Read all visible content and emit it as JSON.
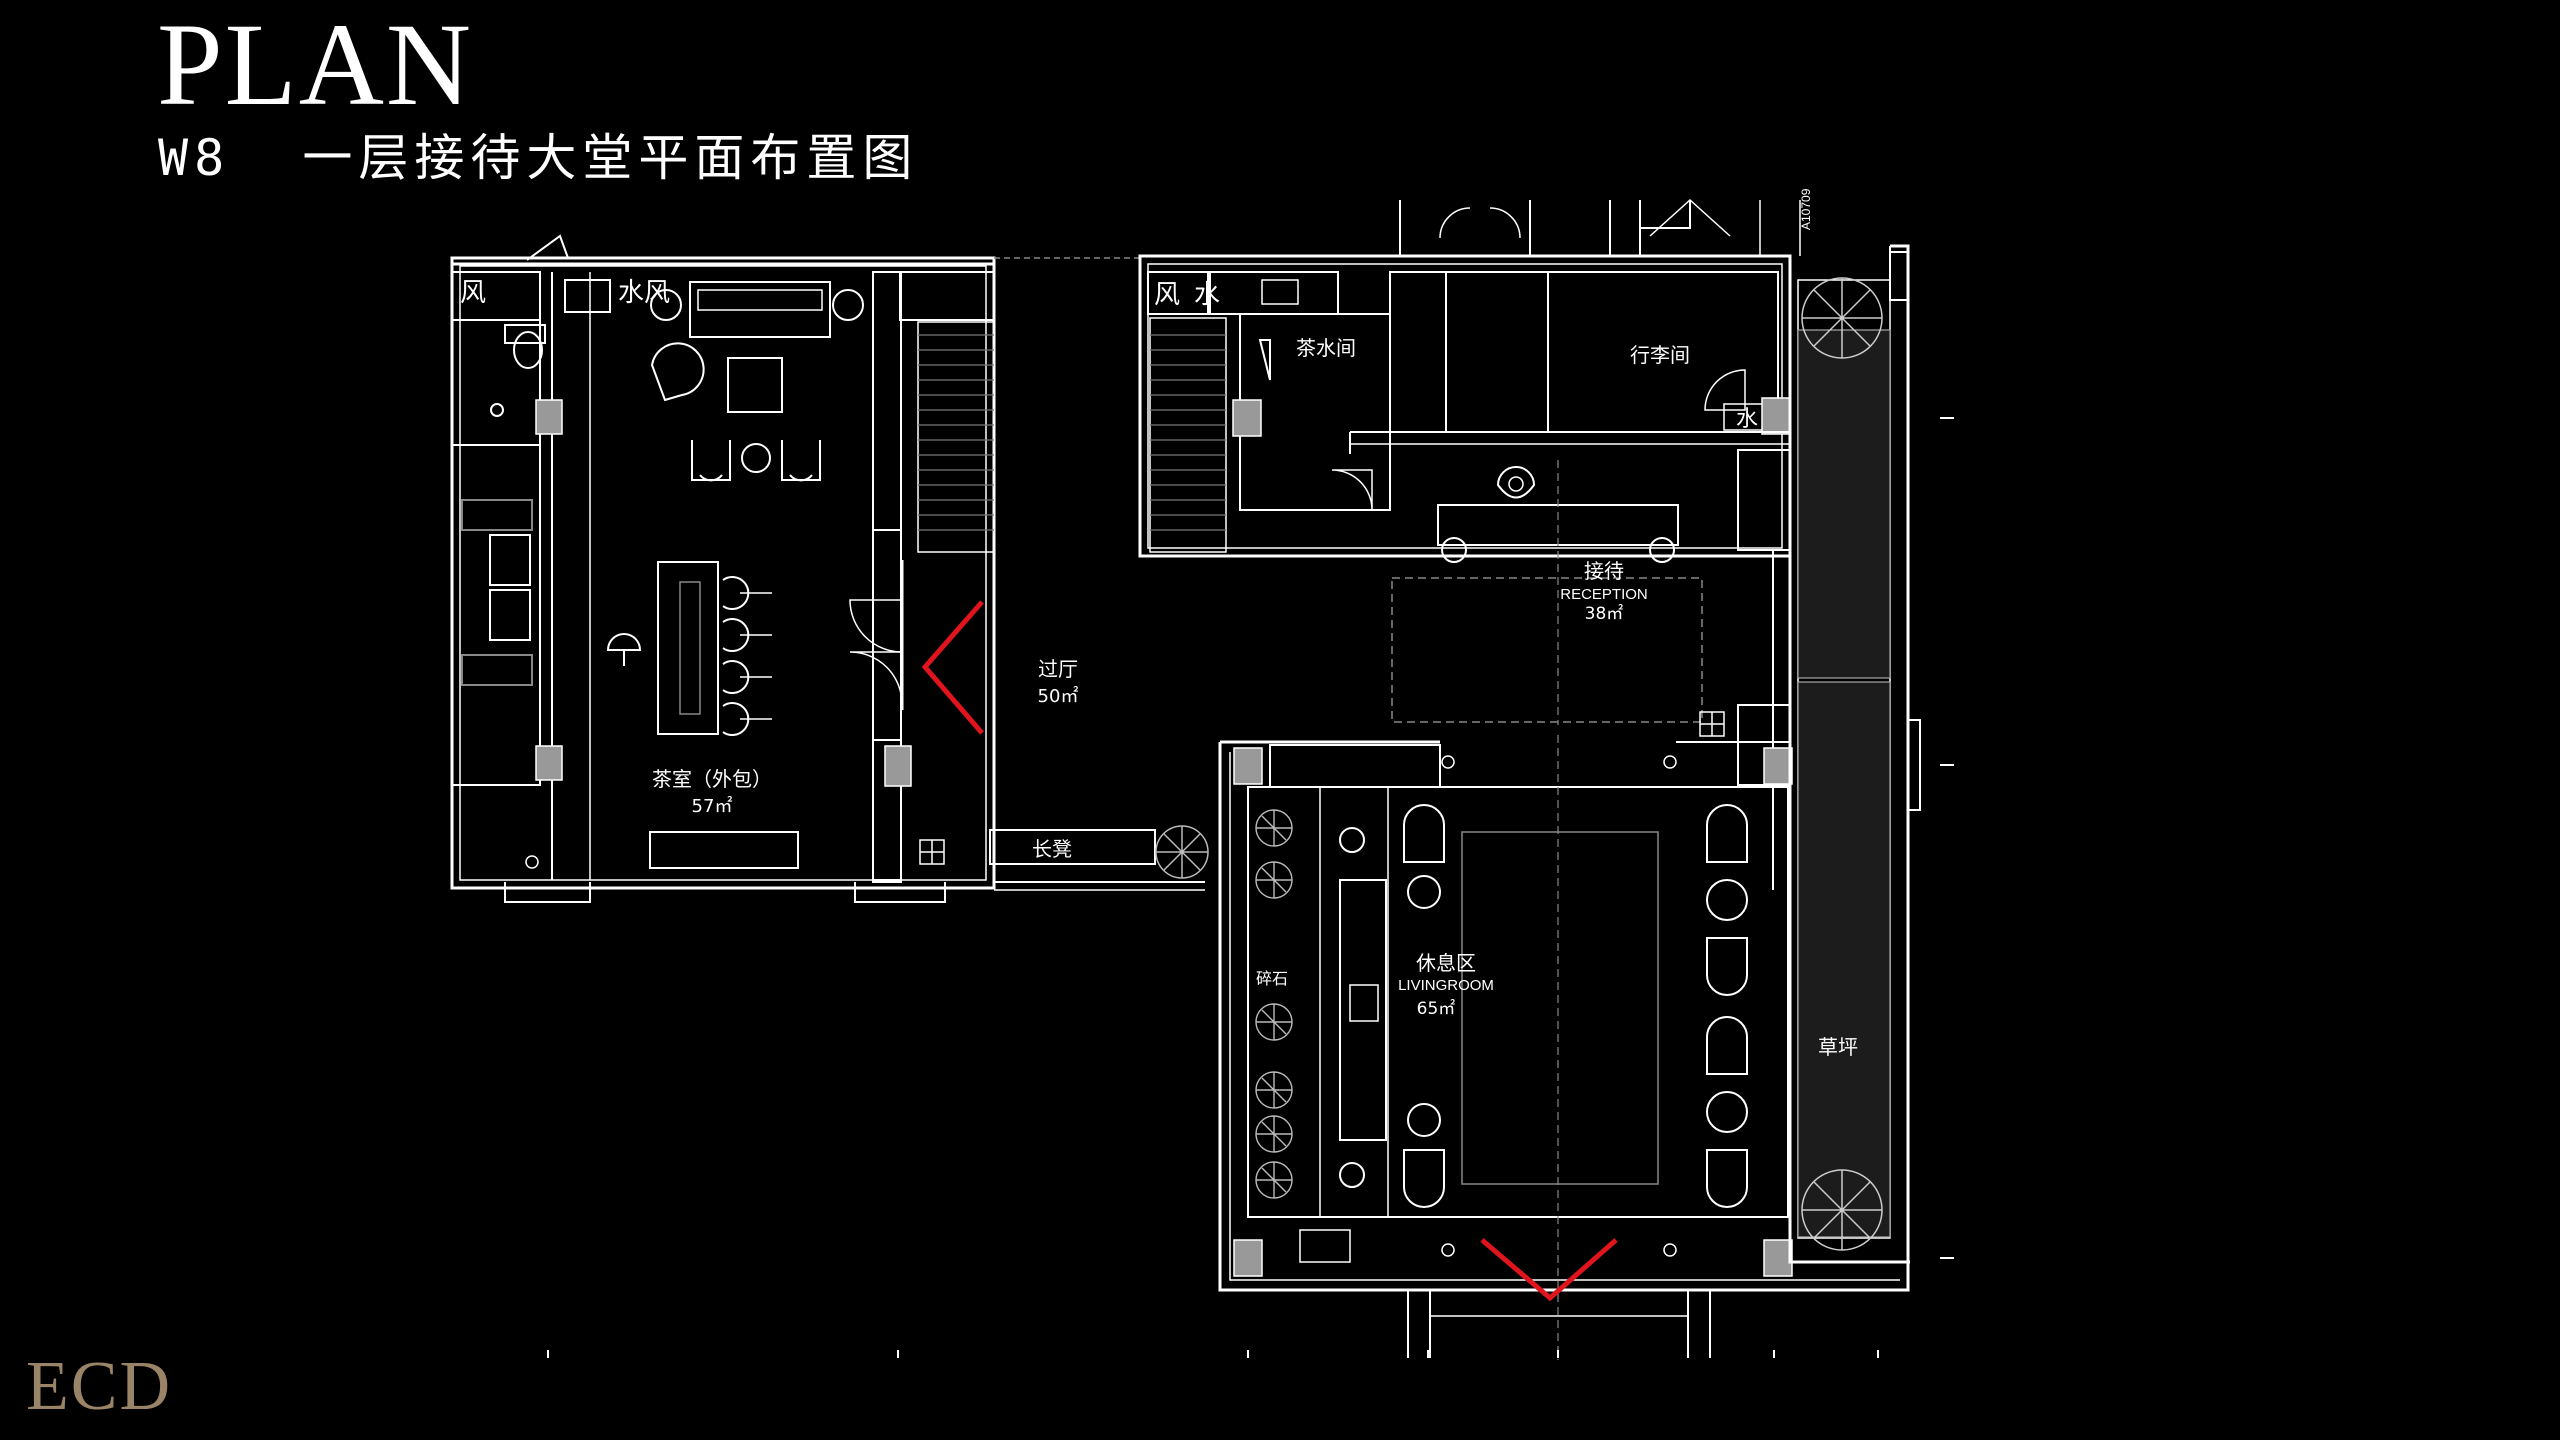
{
  "header": {
    "title": "PLAN",
    "subtitle": "W8  一层接待大堂平面布置图"
  },
  "brand": {
    "logo_text": "ECD"
  },
  "rooms": {
    "tea_room": {
      "name": "茶室（外包）",
      "area": "57㎡"
    },
    "hall": {
      "name": "过厅",
      "area": "50㎡"
    },
    "reception": {
      "name": "接待",
      "name_en": "RECEPTION",
      "area": "38㎡"
    },
    "lounge": {
      "name": "休息区",
      "name_en": "LIVINGROOM",
      "area": "65㎡"
    },
    "pantry": {
      "name": "茶水间"
    },
    "luggage": {
      "name": "行李间"
    },
    "lawn": {
      "name": "草坪"
    },
    "gravel": {
      "name": "碎石"
    },
    "bench": {
      "name": "长凳"
    }
  },
  "tags": {
    "wind": "风",
    "water": "水",
    "drawing_code": "A10709"
  },
  "colors": {
    "background": "#000000",
    "lines": "#ffffff",
    "accent_arrow": "#e0141c",
    "brand": "#9a8468"
  }
}
